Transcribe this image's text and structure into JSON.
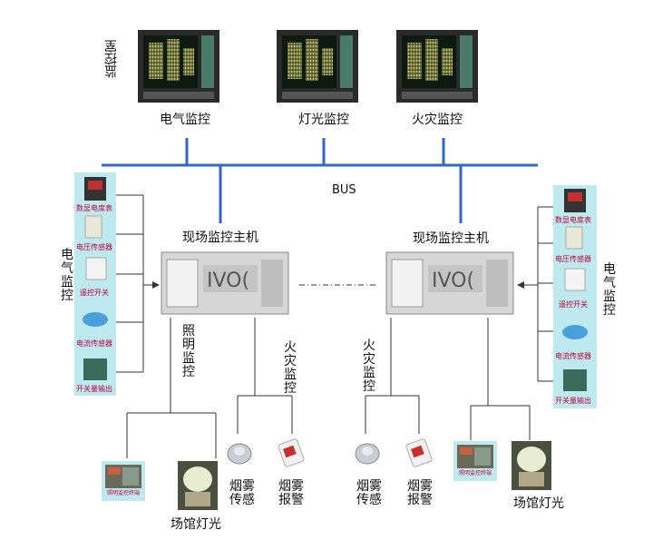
{
  "top": {
    "side_label": "监控室",
    "stations": [
      "电气监控",
      "灯光监控",
      "火灾监控"
    ]
  },
  "bus_label": "BUS",
  "hosts": [
    "现场监控主机",
    "现场监控主机"
  ],
  "devices": [
    "数显电度表",
    "电压传感器",
    "遥控开关",
    "电流传感器",
    "开关量输出"
  ],
  "side_labels": {
    "left_electric": "电气监控",
    "right_electric": "电气监控",
    "lighting": "照明监控",
    "fire_left": "火灾监控",
    "fire_right": "火灾监控"
  },
  "bottom": {
    "smoke_sensor": "烟雾传感",
    "smoke_alarm": "烟雾报警",
    "venue_light": "场馆灯光",
    "lighting_terminal": "照明监控终端"
  },
  "colors": {
    "bus": "#3366cc",
    "line": "#333333",
    "device_label": "#c00040",
    "panel_bg": "#bde9ef"
  }
}
